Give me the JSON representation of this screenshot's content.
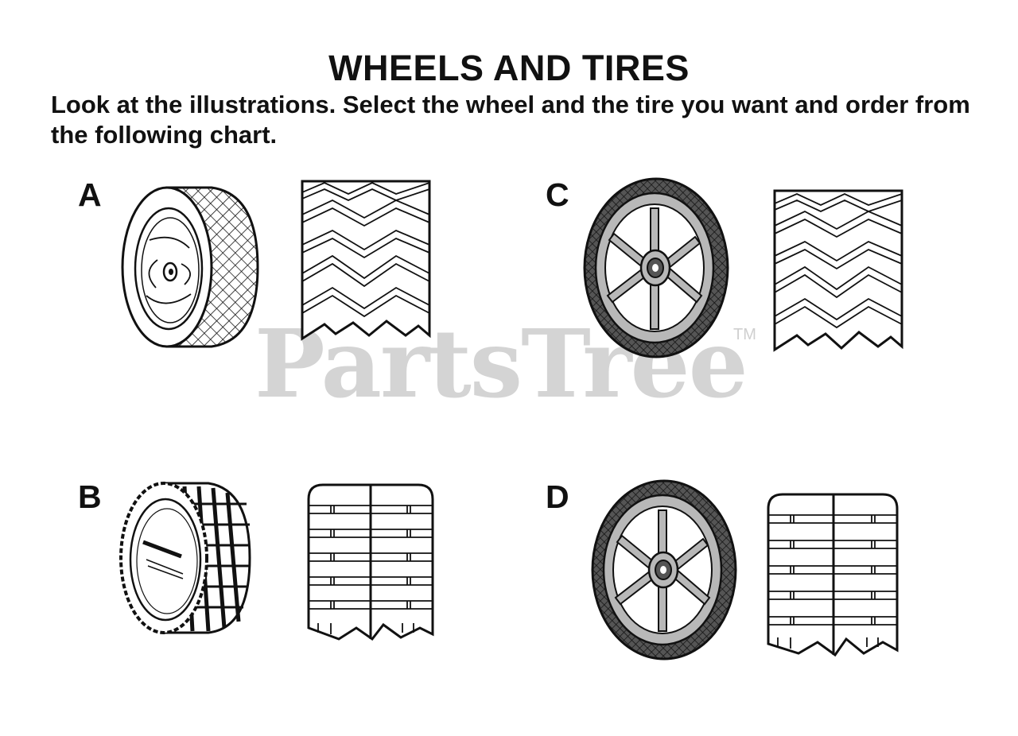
{
  "page": {
    "title": "WHEELS AND TIRES",
    "instructions": "Look at the illustrations. Select the wheel and the tire you want and order from the following chart."
  },
  "panels": [
    {
      "letter": "A",
      "wheel": "plastic-hubcap-wheel-diamond-tread",
      "tread": "chevron-tread-pattern"
    },
    {
      "letter": "B",
      "wheel": "plastic-hubcap-wheel-block-tread",
      "tread": "straight-bar-tread-pattern"
    },
    {
      "letter": "C",
      "wheel": "spoked-wheel-diamond-tread",
      "tread": "chevron-tread-pattern"
    },
    {
      "letter": "D",
      "wheel": "spoked-wheel-diamond-tread",
      "tread": "straight-bar-tread-pattern"
    }
  ],
  "watermark": {
    "text": "PartsTree",
    "trademark": "TM",
    "color": "#d4d4d4"
  },
  "colors": {
    "ink": "#111111",
    "spoke_gray": "#b8b8b8",
    "tire_dark": "#3a3a3a"
  }
}
